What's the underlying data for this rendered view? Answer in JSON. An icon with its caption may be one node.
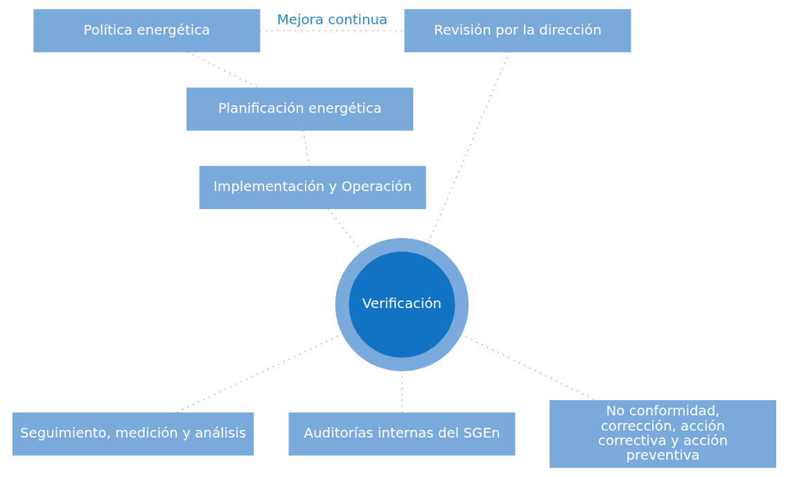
{
  "diagram": {
    "nodes": [
      {
        "text": [
          "Política energética"
        ]
      },
      {
        "text": [
          "Planificación energética"
        ]
      },
      {
        "text": [
          "Implementación y Operación"
        ]
      },
      {
        "text": [
          "Revisión por la dirección"
        ]
      },
      {
        "text": [
          "Verificación"
        ]
      },
      {
        "text": [
          "Seguimiento, medición y análisis"
        ]
      },
      {
        "text": [
          "Auditorías internas del SGEn"
        ]
      },
      {
        "text": [
          "No conformidad, corrección, acción correctiva y acción preventiva"
        ]
      }
    ],
    "edges": [
      {
        "from": 0,
        "to": 1,
        "arrow": "none",
        "style": "dashed"
      },
      {
        "from": 1,
        "to": 2,
        "arrow": "none",
        "style": "dashed"
      },
      {
        "from": 2,
        "to": 4,
        "arrow": "none",
        "style": "dashed"
      },
      {
        "from": 0,
        "to": 3,
        "arrow": "none",
        "style": "dashed",
        "label": "Mejora continua"
      },
      {
        "from": 3,
        "to": 4,
        "arrow": "none",
        "style": "dashed"
      },
      {
        "from": 4,
        "to": 5,
        "arrow": "none",
        "style": "dashed"
      },
      {
        "from": 4,
        "to": 6,
        "arrow": "none",
        "style": "dashed"
      },
      {
        "from": 4,
        "to": 7,
        "arrow": "none",
        "style": "dashed"
      }
    ]
  }
}
